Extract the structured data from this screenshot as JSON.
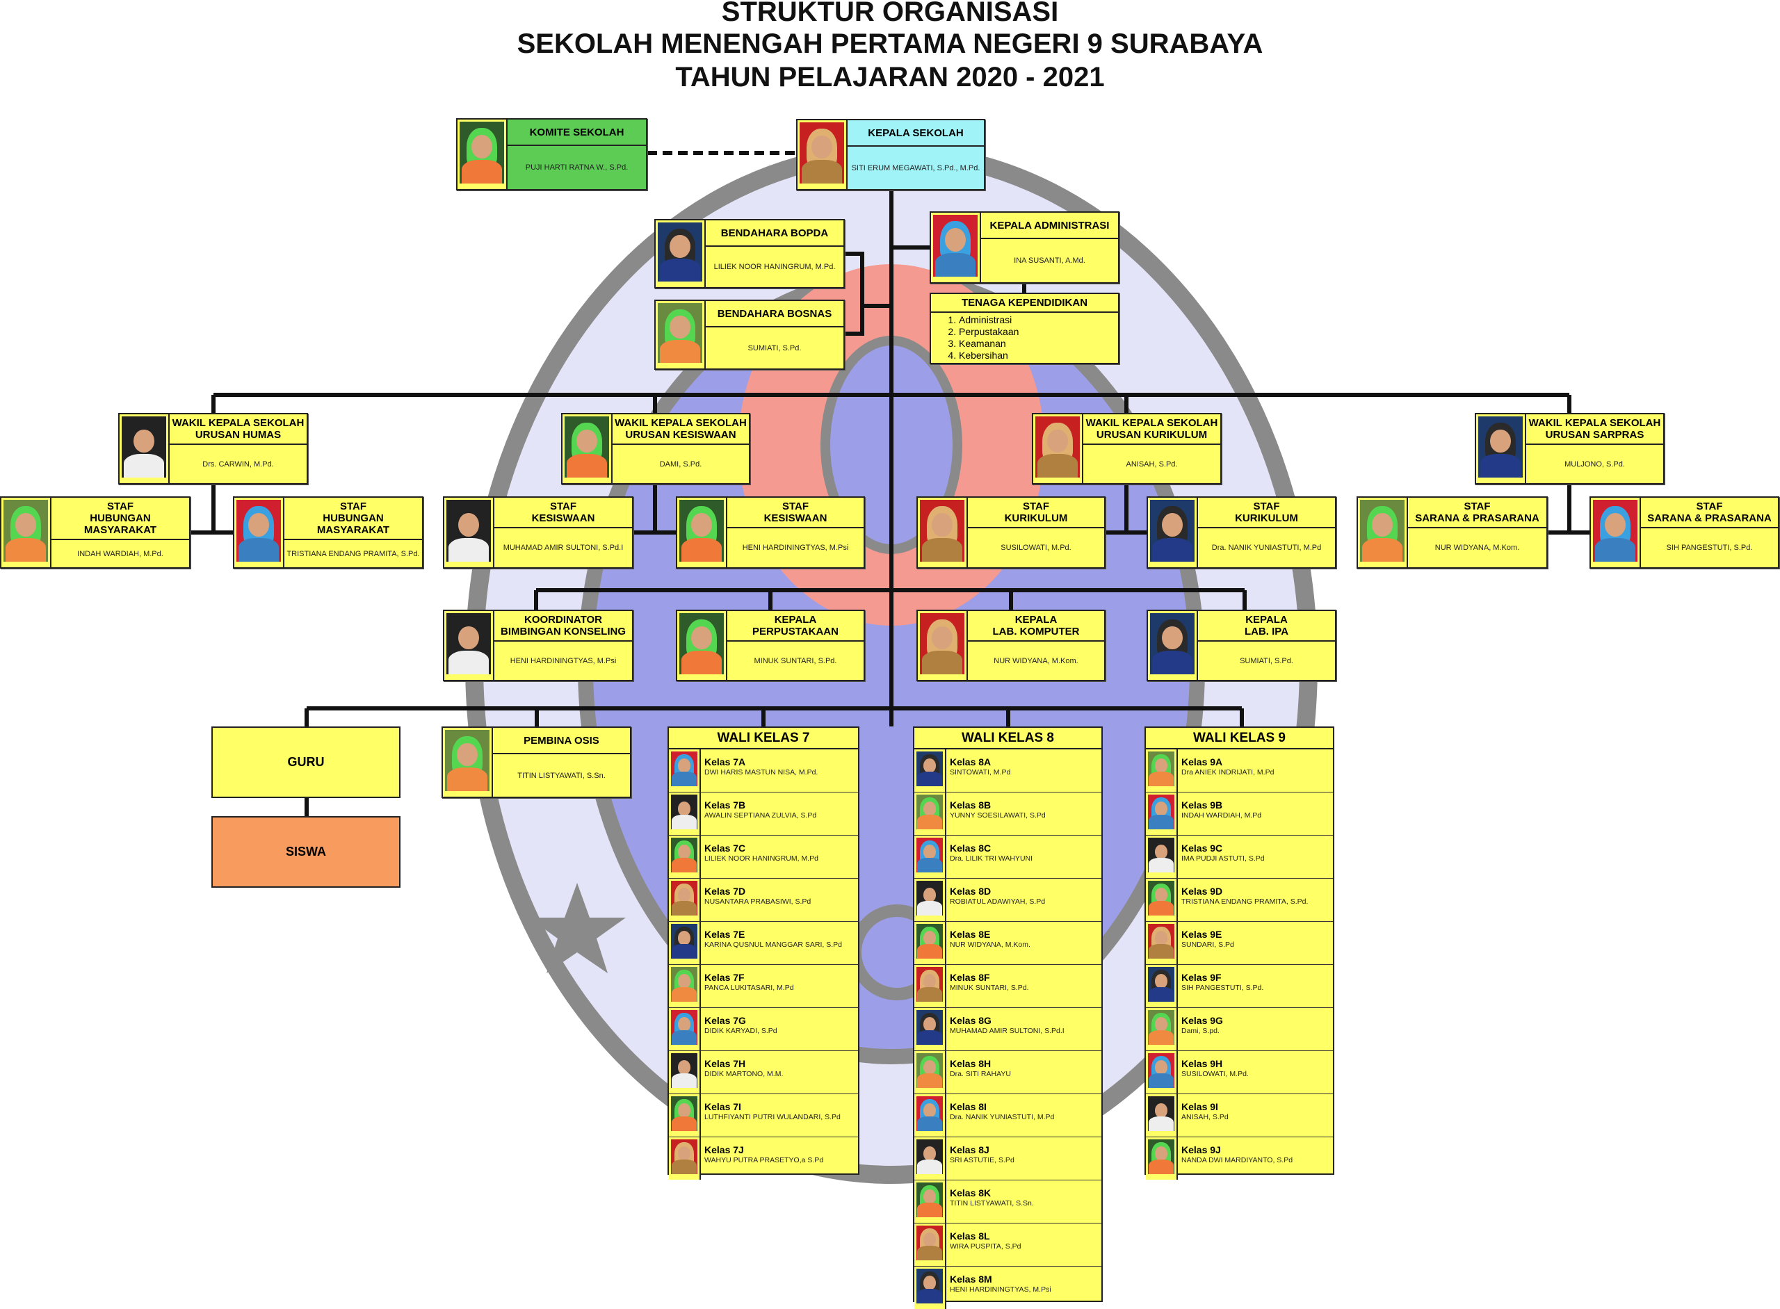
{
  "title": [
    "STRUKTUR ORGANISASI",
    "SEKOLAH MENENGAH PERTAMA NEGERI 9 SURABAYA",
    "TAHUN PELAJARAN 2020 - 2021"
  ],
  "colors": {
    "box": "#ffff66",
    "komite": "#5ccc55",
    "kepala": "#a0f4f8",
    "siswa": "#f79c5e",
    "lines": "#111111"
  },
  "nodes": {
    "komite": {
      "title": "KOMITE SEKOLAH",
      "name": "PUJI HARTI RATNA W., S.Pd."
    },
    "kepala_sekolah": {
      "title": "KEPALA SEKOLAH",
      "name": "SITI ERUM MEGAWATI, S.Pd., M.Pd."
    },
    "bendahara_bopda": {
      "title": "BENDAHARA BOPDA",
      "name": "LILIEK NOOR HANINGRUM, M.Pd."
    },
    "bendahara_bosnas": {
      "title": "BENDAHARA BOSNAS",
      "name": "SUMIATI, S.Pd."
    },
    "kepala_administrasi": {
      "title": "KEPALA ADMINISTRASI",
      "name": "INA SUSANTI, A.Md."
    },
    "wakil_humas": {
      "title": "WAKIL KEPALA SEKOLAH\nURUSAN HUMAS",
      "name": "Drs. CARWIN, M.Pd."
    },
    "wakil_kesiswaan": {
      "title": "WAKIL KEPALA SEKOLAH\nURUSAN KESISWAAN",
      "name": "DAMI, S.Pd."
    },
    "wakil_kurikulum": {
      "title": "WAKIL KEPALA SEKOLAH\nURUSAN KURIKULUM",
      "name": "ANISAH, S.Pd."
    },
    "wakil_sarpras": {
      "title": "WAKIL KEPALA SEKOLAH\nURUSAN SARPRAS",
      "name": "MULJONO, S.Pd."
    },
    "staf_humas_1": {
      "title": "STAF\nHUBUNGAN MASYARAKAT",
      "name": "INDAH WARDIAH, M.Pd."
    },
    "staf_humas_2": {
      "title": "STAF\nHUBUNGAN MASYARAKAT",
      "name": "TRISTIANA ENDANG PRAMITA, S.Pd."
    },
    "staf_kesiswaan_1": {
      "title": "STAF\nKESISWAAN",
      "name": "MUHAMAD AMIR SULTONI, S.Pd.I"
    },
    "staf_kesiswaan_2": {
      "title": "STAF\nKESISWAAN",
      "name": "HENI HARDININGTYAS, M.Psi"
    },
    "staf_kurikulum_1": {
      "title": "STAF\nKURIKULUM",
      "name": "SUSILOWATI, M.Pd."
    },
    "staf_kurikulum_2": {
      "title": "STAF\nKURIKULUM",
      "name": "Dra. NANIK YUNIASTUTI, M.Pd"
    },
    "staf_sarpras_1": {
      "title": "STAF\nSARANA & PRASARANA",
      "name": "NUR WIDYANA, M.Kom."
    },
    "staf_sarpras_2": {
      "title": "STAF\nSARANA & PRASARANA",
      "name": "SIH PANGESTUTI, S.Pd."
    },
    "koordinator_bk": {
      "title": "KOORDINATOR\nBIMBINGAN KONSELING",
      "name": "HENI HARDININGTYAS, M.Psi"
    },
    "kepala_perpustakaan": {
      "title": "KEPALA\nPERPUSTAKAAN",
      "name": "MINUK SUNTARI, S.Pd."
    },
    "kepala_lab_komputer": {
      "title": "KEPALA\nLAB. KOMPUTER",
      "name": "NUR WIDYANA, M.Kom."
    },
    "kepala_lab_ipa": {
      "title": "KEPALA\nLAB. IPA",
      "name": "SUMIATI, S.Pd."
    },
    "pembina_osis": {
      "title": "PEMBINA OSIS",
      "name": "TITIN LISTYAWATI, S.Sn."
    }
  },
  "tenaga": {
    "title": "TENAGA KEPENDIDIKAN",
    "items": [
      "Administrasi",
      "Perpustakaan",
      "Keamanan",
      "Kebersihan"
    ]
  },
  "guru": "GURU",
  "siswa": "SISWA",
  "wali": [
    {
      "title": "WALI KELAS 7",
      "classes": [
        {
          "kelas": "Kelas 7A",
          "name": "DWI HARIS MASTUN NISA, M.Pd."
        },
        {
          "kelas": "Kelas 7B",
          "name": "AWALIN SEPTIANA ZULVIA, S.Pd"
        },
        {
          "kelas": "Kelas 7C",
          "name": "LILIEK NOOR HANINGRUM, M.Pd"
        },
        {
          "kelas": "Kelas 7D",
          "name": "NUSANTARA PRABASIWI, S.Pd"
        },
        {
          "kelas": "Kelas 7E",
          "name": "KARINA QUSNUL MANGGAR SARI, S.Pd"
        },
        {
          "kelas": "Kelas 7F",
          "name": "PANCA LUKITASARI, M.Pd"
        },
        {
          "kelas": "Kelas 7G",
          "name": "DIDIK KARYADI, S.Pd"
        },
        {
          "kelas": "Kelas 7H",
          "name": "DIDIK MARTONO, M.M."
        },
        {
          "kelas": "Kelas 7I",
          "name": "LUTHFIYANTI PUTRI WULANDARI, S.Pd"
        },
        {
          "kelas": "Kelas 7J",
          "name": "WAHYU PUTRA PRASETYO,a S.Pd"
        }
      ]
    },
    {
      "title": "WALI KELAS 8",
      "classes": [
        {
          "kelas": "Kelas 8A",
          "name": "SINTOWATI, M.Pd"
        },
        {
          "kelas": "Kelas 8B",
          "name": "YUNNY SOESILAWATI, S.Pd"
        },
        {
          "kelas": "Kelas 8C",
          "name": "Dra. LILIK TRI WAHYUNI"
        },
        {
          "kelas": "Kelas 8D",
          "name": "ROBIATUL ADAWIYAH, S.Pd"
        },
        {
          "kelas": "Kelas 8E",
          "name": "NUR WIDYANA, M.Kom."
        },
        {
          "kelas": "Kelas 8F",
          "name": "MINUK SUNTARI, S.Pd."
        },
        {
          "kelas": "Kelas 8G",
          "name": "MUHAMAD AMIR SULTONI, S.Pd.I"
        },
        {
          "kelas": "Kelas 8H",
          "name": "Dra. SITI RAHAYU"
        },
        {
          "kelas": "Kelas 8I",
          "name": "Dra. NANIK YUNIASTUTI, M.Pd"
        },
        {
          "kelas": "Kelas 8J",
          "name": "SRI ASTUTIE, S.Pd"
        },
        {
          "kelas": "Kelas 8K",
          "name": "TITIN LISTYAWATI, S.Sn."
        },
        {
          "kelas": "Kelas 8L",
          "name": "WIRA PUSPITA, S.Pd"
        },
        {
          "kelas": "Kelas 8M",
          "name": "HENI HARDININGTYAS, M.Psi"
        }
      ]
    },
    {
      "title": "WALI KELAS 9",
      "classes": [
        {
          "kelas": "Kelas 9A",
          "name": "Dra ANIEK INDRIJATI, M.Pd"
        },
        {
          "kelas": "Kelas 9B",
          "name": "INDAH WARDIAH, M.Pd"
        },
        {
          "kelas": "Kelas 9C",
          "name": "IMA PUDJI ASTUTI, S.Pd"
        },
        {
          "kelas": "Kelas 9D",
          "name": "TRISTIANA ENDANG PRAMITA, S.Pd."
        },
        {
          "kelas": "Kelas 9E",
          "name": "SUNDARI, S.Pd"
        },
        {
          "kelas": "Kelas 9F",
          "name": "SIH PANGESTUTI, S.Pd."
        },
        {
          "kelas": "Kelas 9G",
          "name": "Dami, S.pd."
        },
        {
          "kelas": "Kelas 9H",
          "name": "SUSILOWATI, M.Pd."
        },
        {
          "kelas": "Kelas 9I",
          "name": "ANISAH, S.Pd"
        },
        {
          "kelas": "Kelas 9J",
          "name": "NANDA DWI MARDIYANTO, S.Pd"
        }
      ]
    }
  ]
}
